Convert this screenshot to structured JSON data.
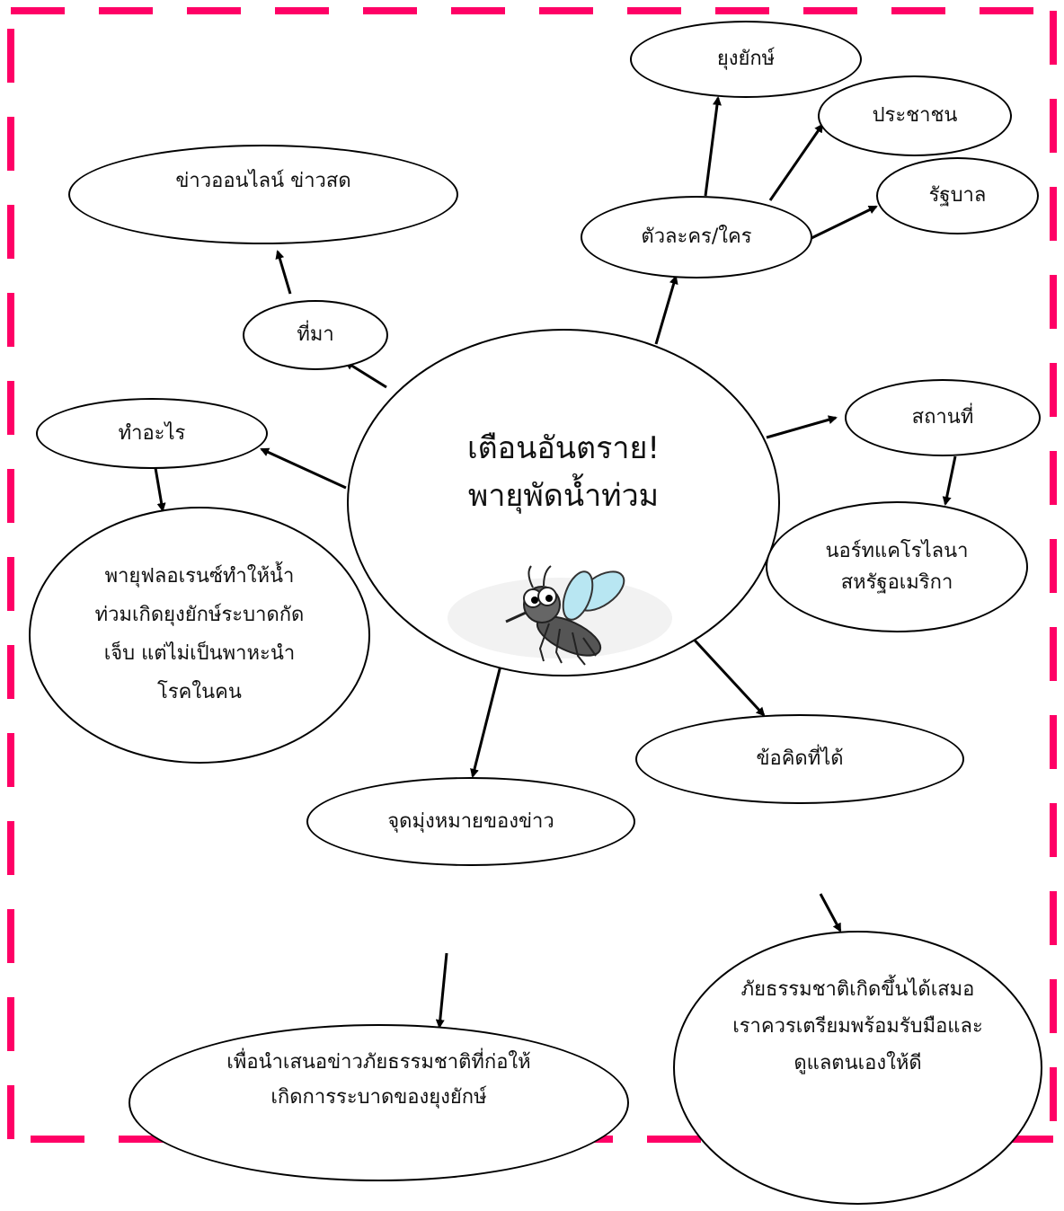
{
  "colors": {
    "border_dash": "#ff0066",
    "line": "#000000",
    "node_fill": "#ffffff",
    "wing": "#b8e6f2"
  },
  "icons": {
    "central_illustration": "mosquito-cartoon"
  },
  "central": {
    "line1": "เตือนอันตราย!",
    "line2": "พายุพัดน้ำท่วม"
  },
  "nodes": {
    "characters": "ตัวละคร/ใคร",
    "mosquito": "ยุงยักษ์",
    "people": "ประชาชน",
    "government": "รัฐบาล",
    "source": "ที่มา",
    "source_detail": "ข่าวออนไลน์ ข่าวสด",
    "what": "ทำอะไร",
    "what_detail": "พายุฟลอเรนซ์ทำให้น้ำท่วมเกิดยุงยักษ์ระบาดกัดเจ็บ แต่ไม่เป็นพาหะนำโรคในคน",
    "place": "สถานที่",
    "place_detail": "นอร์ทแคโรไลนา สหรัฐอเมริกา",
    "lesson": "ข้อคิดที่ได้",
    "lesson_detail": "ภัยธรรมชาติเกิดขึ้นได้เสมอ เราควรเตรียมพร้อมรับมือและดูแลตนเองให้ดี",
    "purpose": "จุดมุ่งหมายของข่าว",
    "purpose_detail": "เพื่อนำเสนอข่าวภัยธรรมชาติที่ก่อให้เกิดการระบาดของยุงยักษ์"
  }
}
